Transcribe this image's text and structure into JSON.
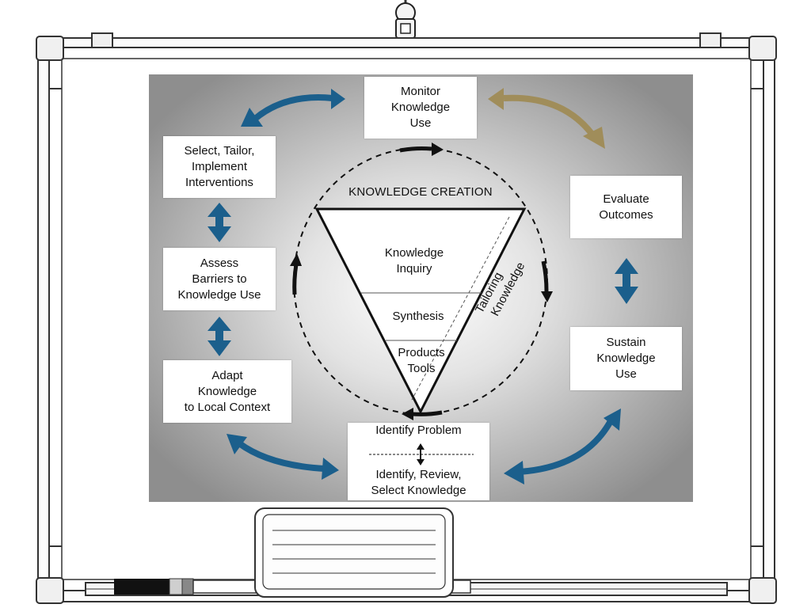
{
  "diagram": {
    "center": {
      "title": "KNOWLEDGE CREATION",
      "inquiry": [
        "Knowledge",
        "Inquiry"
      ],
      "synthesis": "Synthesis",
      "products": [
        "Products",
        "Tools"
      ],
      "tailoring": [
        "Tailoring",
        "Knowledge"
      ]
    },
    "boxes": {
      "monitor": [
        "Monitor",
        "Knowledge",
        "Use"
      ],
      "evaluate": [
        "Evaluate",
        "Outcomes"
      ],
      "sustain": [
        "Sustain",
        "Knowledge",
        "Use"
      ],
      "select": [
        "Select, Tailor,",
        "Implement",
        "Interventions"
      ],
      "assess": [
        "Assess",
        "Barriers to",
        "Knowledge Use"
      ],
      "adapt": [
        "Adapt",
        "Knowledge",
        "to Local Context"
      ],
      "identify_problem": "Identify Problem",
      "identify_review": [
        "Identify, Review,",
        "Select Knowledge"
      ]
    }
  },
  "colors": {
    "blue_arrow": "#1b5f8c",
    "gold_arrow": "#a08d5a",
    "panel_dark": "#8f8f8f",
    "panel_light": "#ffffff"
  }
}
